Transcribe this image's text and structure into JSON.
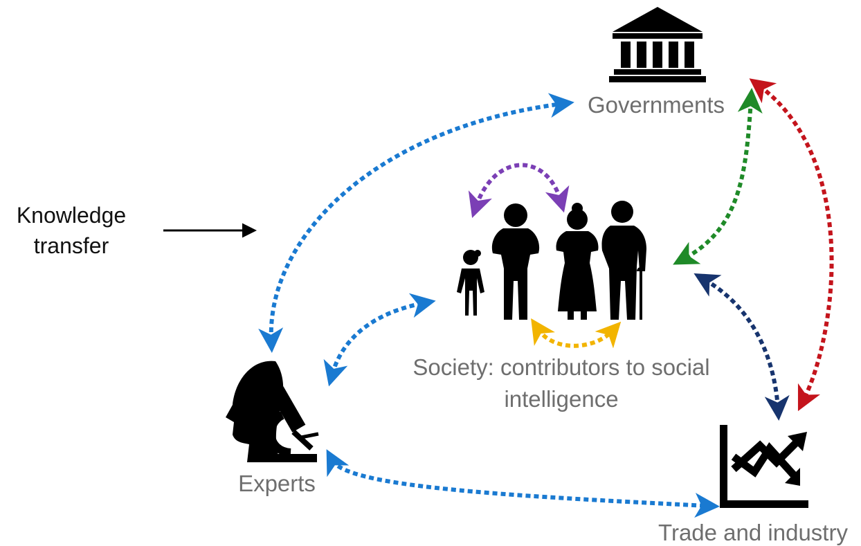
{
  "legend": {
    "label_lines": [
      "Knowledge",
      "transfer"
    ],
    "arrow_color": "#000000"
  },
  "nodes": {
    "governments": {
      "label": "Governments",
      "icon": "government-building-icon"
    },
    "society": {
      "label_lines": [
        "Society: contributors to social",
        "intelligence"
      ],
      "icon": "family-group-icon"
    },
    "experts": {
      "label": "Experts",
      "icon": "scientist-microscope-icon"
    },
    "trade": {
      "label": "Trade and industry",
      "icon": "rising-chart-icon"
    }
  },
  "connections": [
    {
      "from": "experts",
      "to": "governments",
      "color": "#1a7ad1"
    },
    {
      "from": "experts",
      "to": "society",
      "color": "#1a7ad1"
    },
    {
      "from": "experts",
      "to": "trade",
      "color": "#1a7ad1"
    },
    {
      "from": "governments",
      "to": "society",
      "color": "#1f8a28"
    },
    {
      "from": "governments",
      "to": "trade",
      "color": "#c4141c"
    },
    {
      "from": "society",
      "to": "trade",
      "color": "#17346e"
    },
    {
      "from": "society",
      "to": "society",
      "color": "#7b3fb5",
      "note": "within society (top)"
    },
    {
      "from": "society",
      "to": "society",
      "color": "#f2b400",
      "note": "within society (bottom)"
    }
  ]
}
